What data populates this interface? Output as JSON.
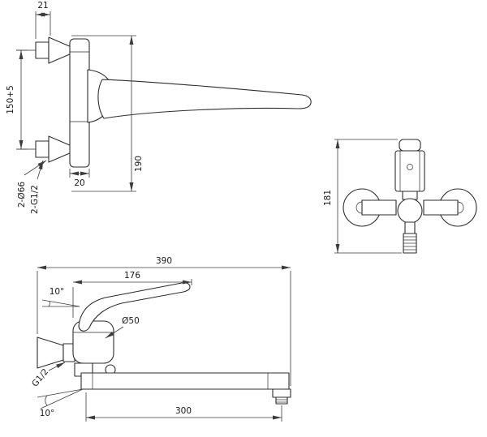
{
  "drawing": {
    "side_view": {
      "dim_offset": "21",
      "dim_center_distance": "150+5",
      "dim_overall_height": "190",
      "dim_body_width": "20",
      "label_flange_dia": "2-Ø66",
      "label_thread": "2-G1/2"
    },
    "front_view": {
      "dim_overall_height": "181"
    },
    "profile_view": {
      "dim_overall_depth": "390",
      "dim_handle_reach": "176",
      "angle_handle": "10°",
      "label_cartridge_dia": "Ø50",
      "label_thread": "G1/2",
      "dim_spout_reach": "300",
      "angle_spout": "10°"
    }
  },
  "colors": {
    "line": "#2d2d2d",
    "dimension": "#3c3c3c",
    "background": "#ffffff"
  }
}
